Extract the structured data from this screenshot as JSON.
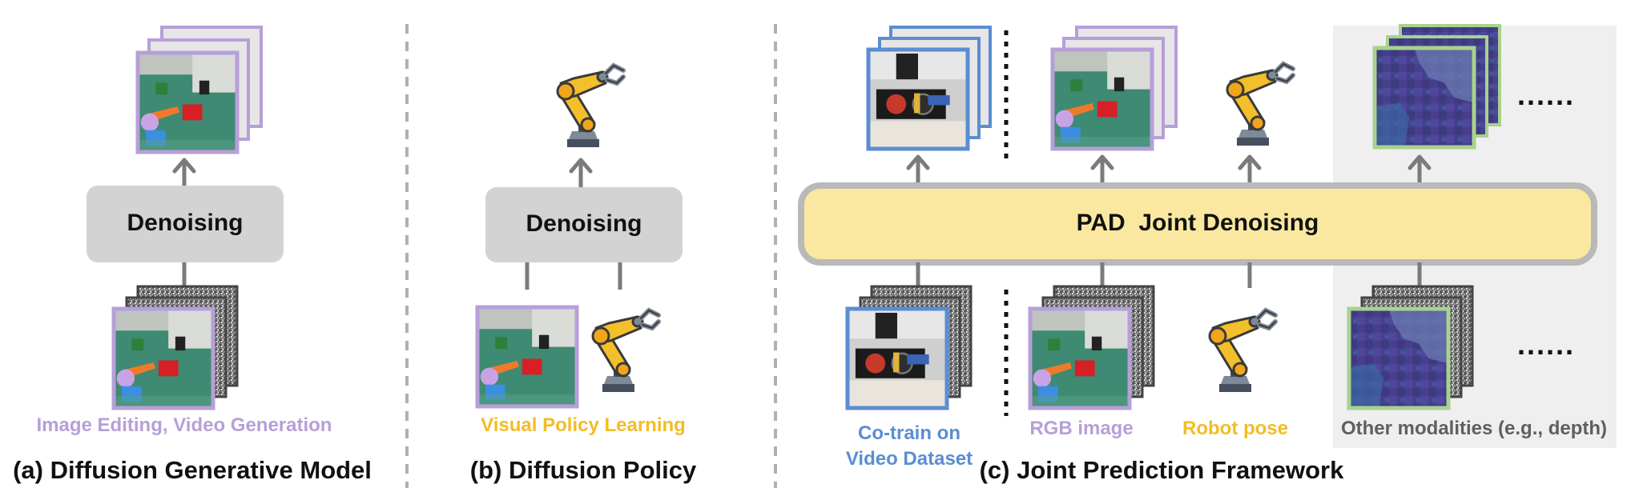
{
  "colors": {
    "purple": "#b79fd8",
    "blue": "#5b8dd2",
    "gold": "#f2bd25",
    "gray_text": "#5f5f5f",
    "denoise_box": "#d3d3d3",
    "joint_fill": "#fbe8a0",
    "joint_border": "#b9b9b9",
    "arrow": "#7b7b7b",
    "depth_panel": "#efefef",
    "green_frame": "#a8d28e",
    "depth_color": "#453e8c"
  },
  "icons": {
    "robot_arm": "robot-arm-icon",
    "rgb_frame": "rgb-image-icon",
    "noise_frame": "noise-image-icon",
    "depth_frame": "depth-image-icon",
    "kitchen_frame": "kitchen-video-icon"
  },
  "panel_a": {
    "box_label": "Denoising",
    "input_label": "Image Editing, Video Generation",
    "caption": "(a) Diffusion Generative Model"
  },
  "panel_b": {
    "box_label": "Denoising",
    "input_label": "Visual Policy Learning",
    "caption": "(b) Diffusion Policy"
  },
  "panel_c": {
    "box_label": "PAD  Joint Denoising",
    "video_label_line1": "Co-train on",
    "video_label_line2": "Video Dataset",
    "rgb_label": "RGB image",
    "robot_label": "Robot pose",
    "other_label": "Other modalities (e.g., depth)",
    "ellipsis_top": "......",
    "ellipsis_bottom": "......",
    "caption": "(c) Joint Prediction Framework"
  }
}
